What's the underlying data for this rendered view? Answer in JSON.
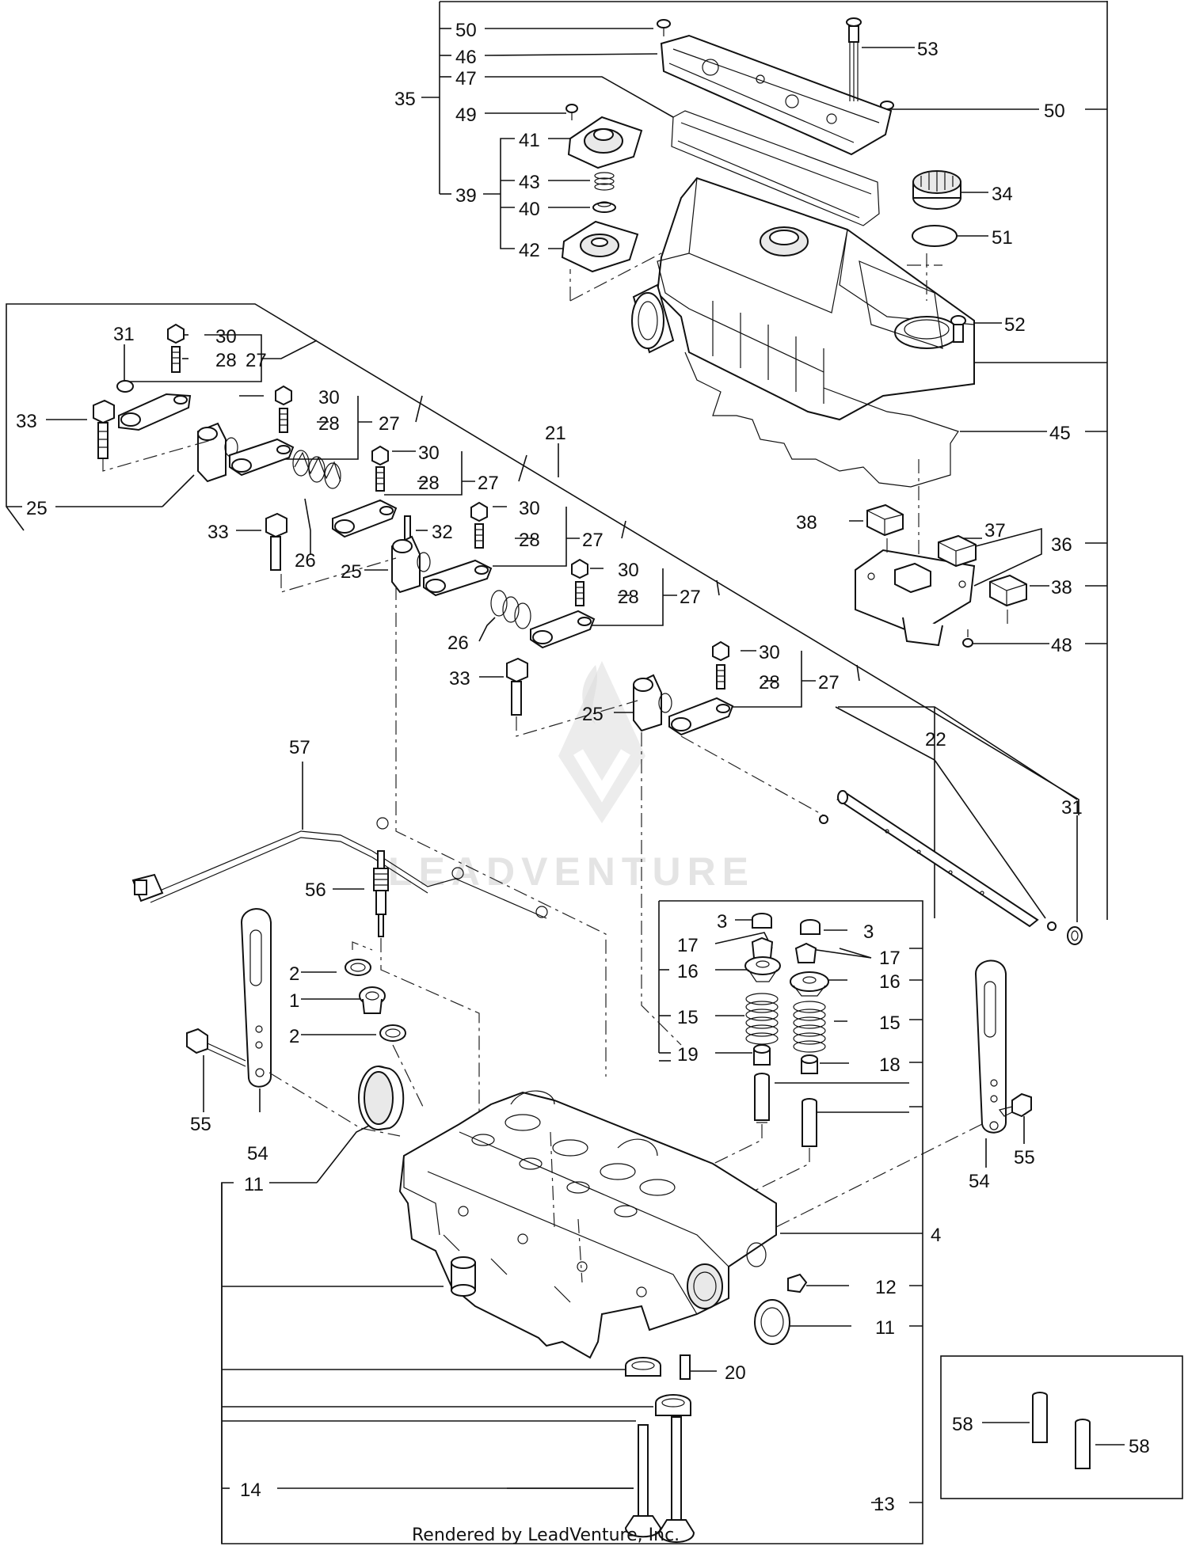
{
  "credit": "Rendered by LeadVenture, Inc.",
  "watermark": "LEADVENTURE",
  "callouts": {
    "c50a": "50",
    "c46": "46",
    "c47": "47",
    "c35": "35",
    "c49": "49",
    "c41": "41",
    "c43": "43",
    "c39": "39",
    "c40": "40",
    "c42": "42",
    "c53": "53",
    "c50b": "50",
    "c34": "34",
    "c51": "51",
    "c52": "52",
    "c45": "45",
    "c38a": "38",
    "c37": "37",
    "c36": "36",
    "c38b": "38",
    "c48": "48",
    "c31a": "31",
    "c30a": "30",
    "c28a": "28",
    "c27a": "27",
    "c33a": "33",
    "c30b": "30",
    "c28b": "28",
    "c27b": "27",
    "c25a": "25",
    "c21": "21",
    "c30c": "30",
    "c28c": "28",
    "c27c": "27",
    "c33b": "33",
    "c26a": "26",
    "c32": "32",
    "c30d": "30",
    "c28d": "28",
    "c27d": "27",
    "c25b": "25",
    "c30e": "30",
    "c28e": "28",
    "c27e": "27",
    "c26b": "26",
    "c33c": "33",
    "c30f": "30",
    "c28f": "28",
    "c27f": "27",
    "c25c": "25",
    "c22": "22",
    "c31b": "31",
    "c57": "57",
    "c56": "56",
    "c3a": "3",
    "c17a": "17",
    "c16a": "16",
    "c15a": "15",
    "c19": "19",
    "c3b": "3",
    "c17b": "17",
    "c16b": "16",
    "c15b": "15",
    "c18": "18",
    "c2a": "2",
    "c1": "1",
    "c2b": "2",
    "c55a": "55",
    "c54a": "54",
    "c11a": "11",
    "c4": "4",
    "c12": "12",
    "c11b": "11",
    "c20": "20",
    "c14": "14",
    "c13": "13",
    "c54b": "54",
    "c55b": "55",
    "c58a": "58",
    "c58b": "58"
  }
}
